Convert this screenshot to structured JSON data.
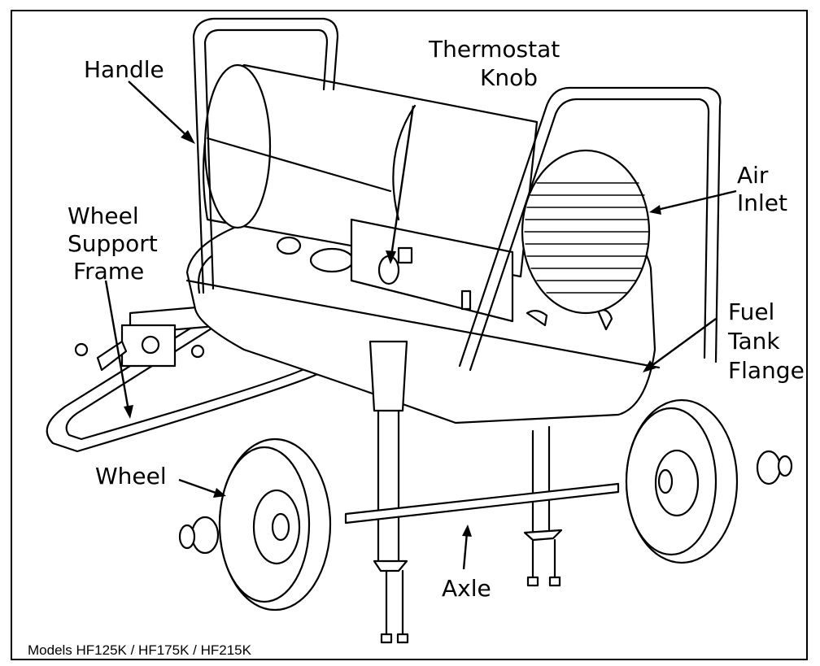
{
  "labels": {
    "handle": "Handle",
    "thermostat_line1": "Thermostat",
    "thermostat_line2": "Knob",
    "air_line1": "Air",
    "air_line2": "Inlet",
    "wsf_line1": "Wheel",
    "wsf_line2": "Support",
    "wsf_line3": "Frame",
    "fuel_line1": "Fuel",
    "fuel_line2": "Tank",
    "fuel_line3": "Flange",
    "wheel": "Wheel",
    "axle": "Axle"
  },
  "caption": "Models HF125K / HF175K / HF215K"
}
